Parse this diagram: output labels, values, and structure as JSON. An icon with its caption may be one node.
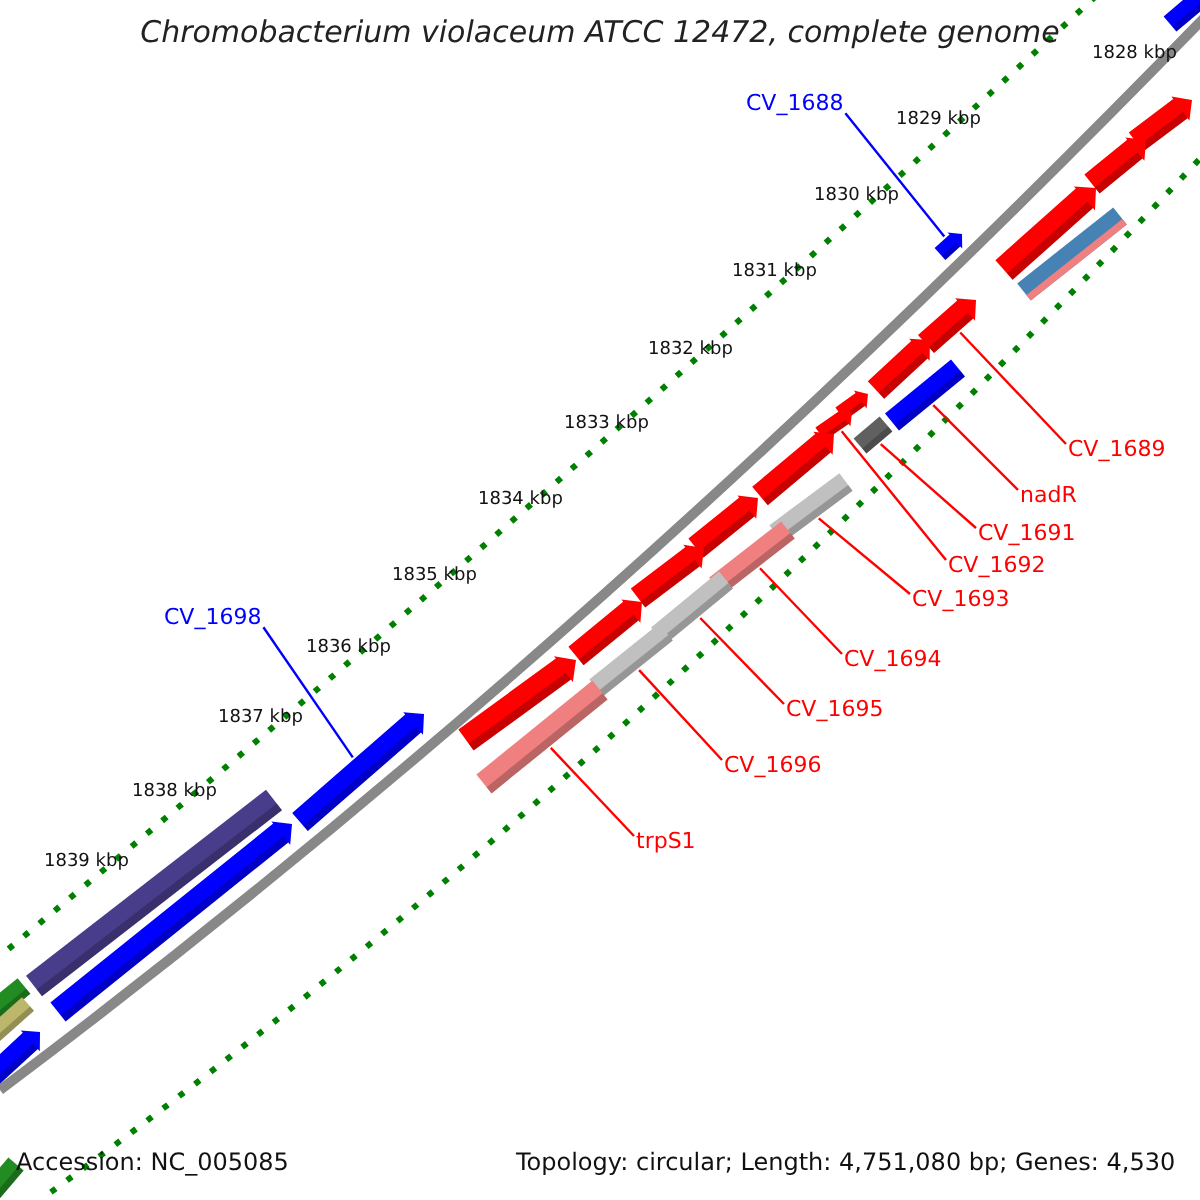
{
  "diagram": {
    "title": "Chromobacterium violaceum ATCC 12472, complete genome",
    "nodes": [
      {
        "text": [
          "CV_1688"
        ]
      },
      {
        "text": [
          "CV_1689"
        ]
      },
      {
        "text": [
          "nadR"
        ]
      },
      {
        "text": [
          "CV_1691"
        ]
      },
      {
        "text": [
          "CV_1692"
        ]
      },
      {
        "text": [
          "CV_1693"
        ]
      },
      {
        "text": [
          "CV_1698"
        ]
      },
      {
        "text": [
          "CV_1694"
        ]
      },
      {
        "text": [
          "CV_1695"
        ]
      },
      {
        "text": [
          "CV_1696"
        ]
      },
      {
        "text": [
          "trpS1"
        ]
      },
      {
        "text": [],
        "shape": "pentagon"
      },
      {
        "text": [],
        "shape": "pentagon"
      },
      {
        "text": [],
        "shape": "pentagon"
      },
      {
        "text": [],
        "shape": "pentagon"
      },
      {
        "text": [],
        "shape": "pentagon"
      },
      {
        "text": [],
        "shape": "bar"
      },
      {
        "text": [],
        "shape": "pentagon"
      },
      {
        "text": [],
        "shape": "pentagon"
      },
      {
        "text": [],
        "shape": "bar"
      },
      {
        "text": [],
        "shape": "pentagon"
      },
      {
        "text": [],
        "shape": "pentagon"
      },
      {
        "text": [],
        "shape": "bar"
      },
      {
        "text": [],
        "shape": "pentagon"
      },
      {
        "text": [],
        "shape": "bar"
      },
      {
        "text": [],
        "shape": "pentagon"
      },
      {
        "text": [],
        "shape": "bar"
      },
      {
        "text": [],
        "shape": "pentagon"
      },
      {
        "text": [],
        "shape": "bar"
      },
      {
        "text": [],
        "shape": "pentagon"
      },
      {
        "text": [],
        "shape": "bar"
      },
      {
        "text": [],
        "shape": "pentagon"
      },
      {
        "text": [],
        "shape": "bar"
      },
      {
        "text": [],
        "shape": "pentagon"
      },
      {
        "text": [],
        "shape": "bar"
      },
      {
        "text": [],
        "shape": "pentagon"
      },
      {
        "text": [],
        "shape": "bar"
      },
      {
        "text": [],
        "shape": "bar"
      },
      {
        "text": [],
        "shape": "pentagon"
      },
      {
        "text": [],
        "shape": "bar"
      }
    ],
    "edges": [
      {
        "from": 0,
        "to": 15,
        "arrow": "none",
        "color": "#0000ff"
      },
      {
        "from": 1,
        "to": 17,
        "arrow": "none"
      },
      {
        "from": 2,
        "to": 19,
        "arrow": "none"
      },
      {
        "from": 3,
        "to": 22,
        "arrow": "none"
      },
      {
        "from": 4,
        "to": 21,
        "arrow": "none"
      },
      {
        "from": 5,
        "to": 24,
        "arrow": "none"
      },
      {
        "from": 6,
        "to": 33,
        "arrow": "none",
        "color": "#0000ff"
      },
      {
        "from": 7,
        "to": 26,
        "arrow": "none"
      },
      {
        "from": 8,
        "to": 28,
        "arrow": "none"
      },
      {
        "from": 9,
        "to": 30,
        "arrow": "none"
      },
      {
        "from": 10,
        "to": 32,
        "arrow": "none"
      }
    ],
    "labels": [
      "1828 kbp",
      "1829 kbp",
      "1830 kbp",
      "1831 kbp",
      "1832 kbp",
      "1833 kbp",
      "1834 kbp",
      "1835 kbp",
      "1836 kbp",
      "1837 kbp",
      "1838 kbp",
      "1839 kbp",
      "Accession: NC_005085",
      "Topology: circular; Length: 4,751,080 bp; Genes: 4,530"
    ]
  }
}
